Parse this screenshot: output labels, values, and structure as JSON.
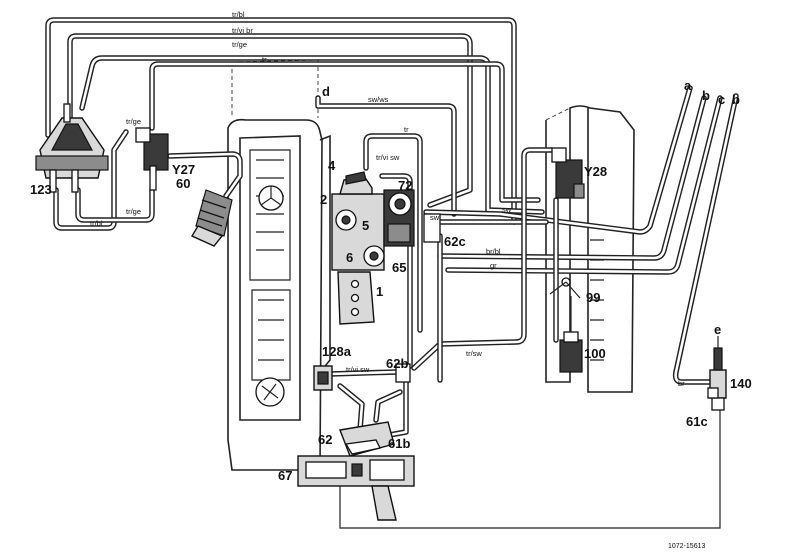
{
  "diagram": {
    "reference": "1072-15613",
    "part_labels": {
      "p123": "123",
      "pY27": "Y27",
      "p60": "60",
      "p4": "4",
      "p2": "2",
      "p5": "5",
      "p6": "6",
      "p1": "1",
      "p72": "72",
      "p65": "65",
      "p62c": "62c",
      "pY28": "Y28",
      "p99": "99",
      "p100": "100",
      "p128a": "128a",
      "p62b": "62b",
      "p62": "62",
      "p61b": "61b",
      "p67": "67",
      "p140": "140",
      "p61c": "61c",
      "pd": "d",
      "pa": "a",
      "pb1": "b",
      "pc": "c",
      "pb2": "b",
      "pe": "e"
    },
    "hose_colors": {
      "top1": "tr/bl",
      "top2": "tr/vi br",
      "top3": "tr/ge",
      "top4": "tr",
      "swws": "sw/ws",
      "trmid": "tr",
      "trvisw_upper": "tr/vi sw",
      "sw1": "sw",
      "sw2": "sw",
      "brbl": "br/bl",
      "gr": "gr",
      "trsw": "tr/sw",
      "trvisw_lower": "tr/vi sw",
      "trbl_left": "tr/bl",
      "trge_left": "tr/ge",
      "trge_y27": "tr/ge",
      "br": "br"
    }
  }
}
